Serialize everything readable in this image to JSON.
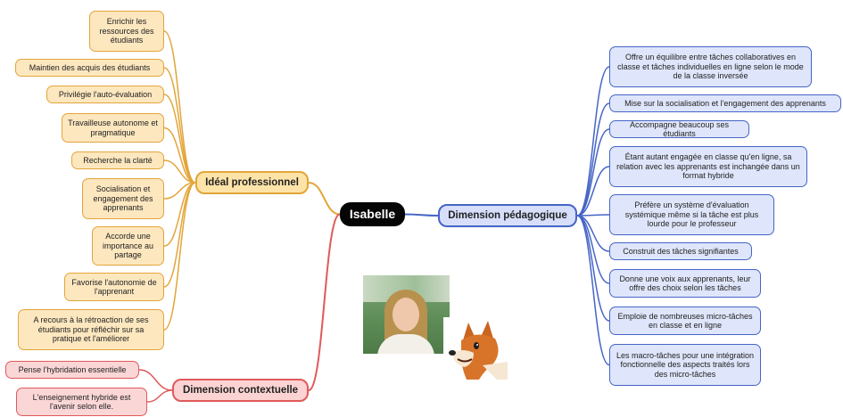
{
  "center": {
    "label": "Isabelle"
  },
  "branches": {
    "ideal": {
      "label": "Idéal professionnel",
      "color": "#e3a53a",
      "items": [
        "Enrichir les ressources des étudiants",
        "Maintien des acquis des étudiants",
        "Privilégie l'auto-évaluation",
        "Travailleuse autonome et pragmatique",
        "Recherche la clarté",
        "Socialisation et engagement des apprenants",
        "Accorde une importance au partage",
        "Favorise l'autonomie de l'apprenant",
        "A recours à la rétroaction de ses étudiants pour réfléchir sur sa pratique et l'améliorer"
      ]
    },
    "contextuelle": {
      "label": "Dimension contextuelle",
      "color": "#e05a5a",
      "items": [
        "Pense l'hybridation essentielle",
        "L'enseignement hybride est l'avenir selon elle."
      ]
    },
    "pedagogique": {
      "label": "Dimension pédagogique",
      "color": "#4565c6",
      "items": [
        "Offre un équilibre entre tâches collaboratives en classe et tâches individuelles en ligne selon le mode de la classe inversée",
        "Mise sur la socialisation et l'engagement des apprenants",
        "Accompagne beaucoup ses étudiants",
        "Étant autant engagée en classe qu'en ligne, sa relation avec les apprenants est inchangée dans un format hybride",
        "Préfère un système d'évaluation systémique même si la tâche est plus lourde pour le professeur",
        "Construit des tâches signifiantes",
        "Donne une voix aux apprenants, leur offre des choix selon les tâches",
        "Emploie de nombreuses micro-tâches en classe et en ligne",
        "Les macro-tâches pour une intégration fonctionnelle des aspects traités lors des micro-tâches"
      ]
    }
  }
}
